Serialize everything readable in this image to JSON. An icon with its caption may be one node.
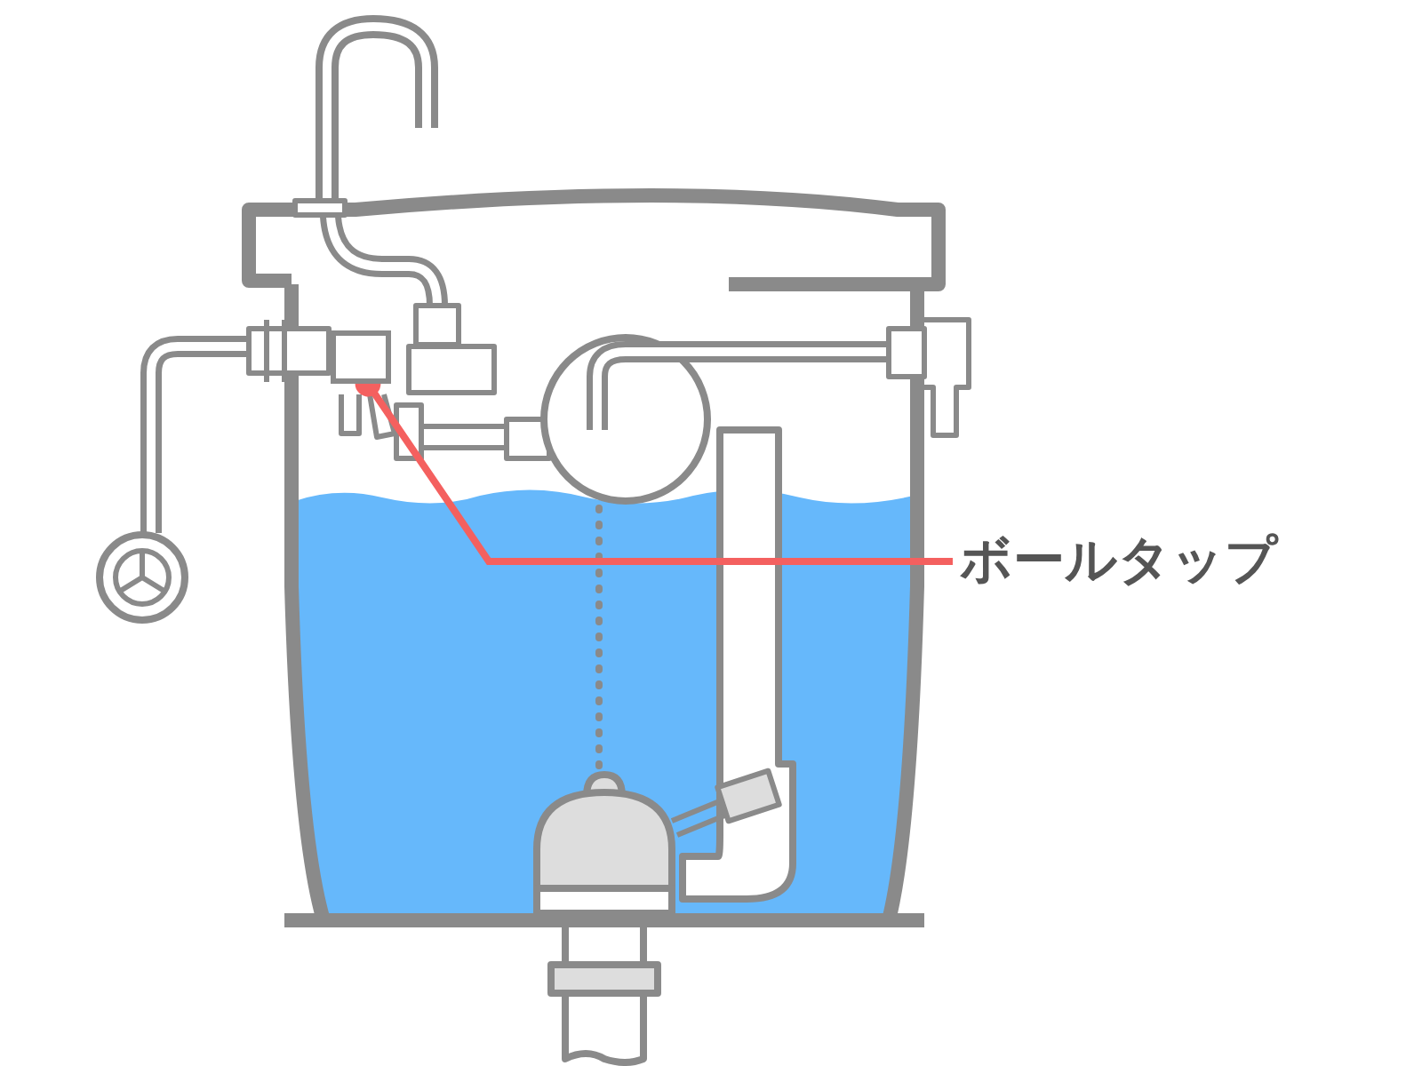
{
  "diagram": {
    "nodes": [
      {
        "text": [
          "ボールタップ"
        ]
      },
      {
        "text": [],
        "shape": "box"
      }
    ],
    "edges": [
      {
        "from": 0,
        "to": 1,
        "arrow": "other",
        "color": "#f4605f"
      }
    ]
  }
}
